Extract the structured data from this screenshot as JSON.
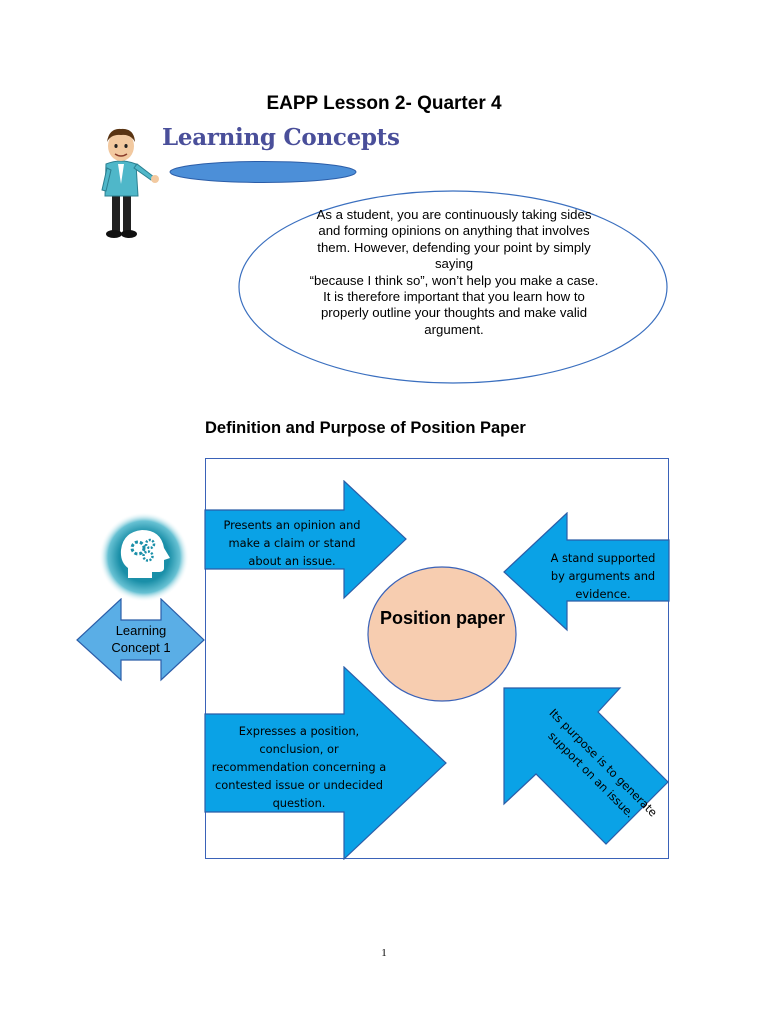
{
  "page": {
    "title": "EAPP Lesson 2- Quarter 4",
    "page_number": "1"
  },
  "learning_concepts": {
    "heading": "Learning Concepts",
    "intro_lines": [
      "As a student, you are continuously taking sides and forming opinions on anything that involves them. However, defending your point by simply saying",
      "“because I think so”, won’t help you make a case. It is therefore important that you learn how to properly outline your thoughts and make valid argument."
    ]
  },
  "section": {
    "title": "Definition and Purpose of Position Paper"
  },
  "diagram": {
    "side_label": "Learning Concept 1",
    "center": "Position paper",
    "arrows": [
      "Presents an opinion and make a claim or stand about an issue.",
      "A stand supported by arguments and evidence.",
      "Expresses a position, conclusion, or recommendation concerning a contested issue or undecided question.",
      "Its purpose is to generate support on an issue."
    ],
    "colors": {
      "arrow_fill": "#0aa2e6",
      "arrow_stroke": "#2b5da8",
      "center_fill": "#f7cdb0",
      "frame": "#3a62b8",
      "side_arrow_fill": "#5aaee6"
    }
  },
  "icons": [
    "cartoon-teacher-figure",
    "head-gears-icon"
  ]
}
